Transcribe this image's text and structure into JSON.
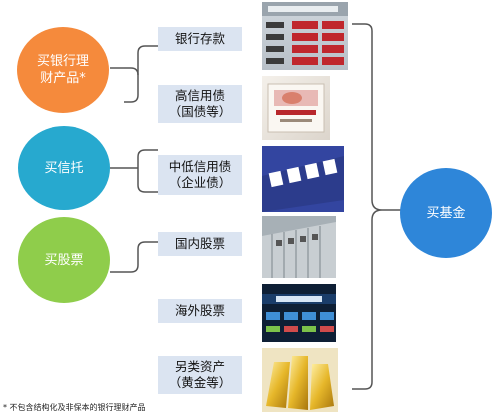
{
  "left_nodes": [
    {
      "label": "买银行理财产品*",
      "line1": "买银行理",
      "line2": "财产品*",
      "color": "#f58a3c"
    },
    {
      "label": "买信托",
      "color": "#27a9cf"
    },
    {
      "label": "买股票",
      "color": "#8fcd4b"
    }
  ],
  "right_node": {
    "label": "买基金",
    "color": "#2e86d9"
  },
  "products": [
    {
      "line1": "银行存款",
      "line2": ""
    },
    {
      "line1": "高信用债",
      "line2": "（国债等）"
    },
    {
      "line1": "中低信用债",
      "line2": "（企业债）"
    },
    {
      "line1": "国内股票",
      "line2": ""
    },
    {
      "line1": "海外股票",
      "line2": ""
    },
    {
      "line1": "另类资产",
      "line2": "（黄金等）"
    }
  ],
  "photos": [
    {
      "icon": "bank-rate-board-photo"
    },
    {
      "icon": "treasury-bond-photo"
    },
    {
      "icon": "bond-issuance-photo"
    },
    {
      "icon": "stock-exchange-building-photo"
    },
    {
      "icon": "nasdaq-photo"
    },
    {
      "icon": "gold-bars-photo"
    }
  ],
  "footnote": "* 不包含结构化及非保本的银行理财产品"
}
